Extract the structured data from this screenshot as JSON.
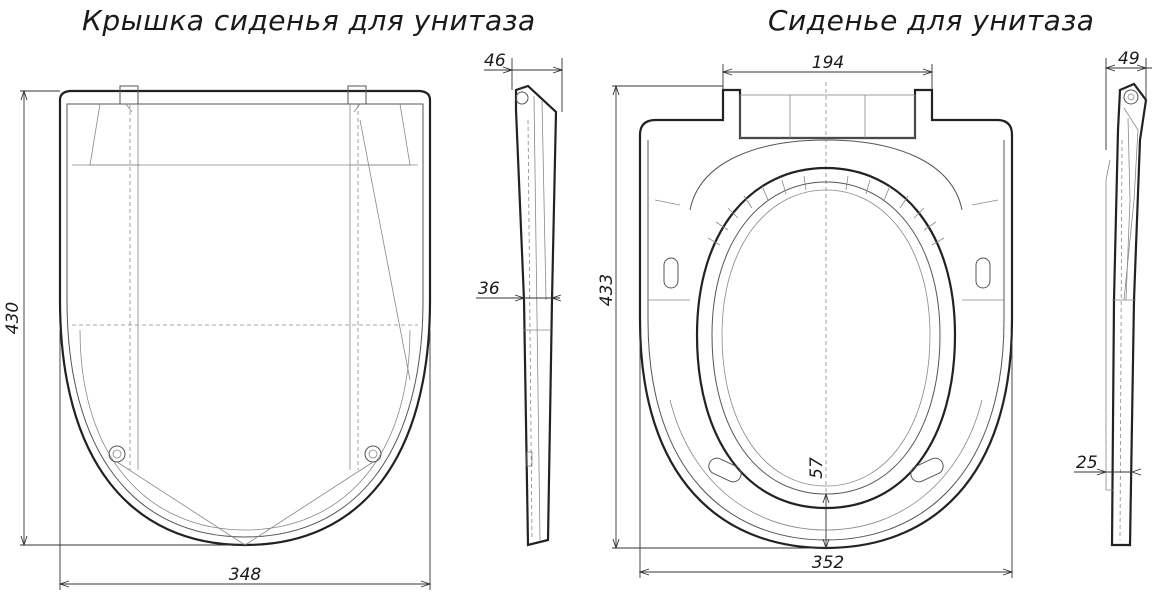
{
  "titles": {
    "lid": "Крышка сиденья для унитаза",
    "seat": "Сиденье для унитаза"
  },
  "dimensions": {
    "lid_height": "430",
    "lid_width": "348",
    "lid_side_depth_top": "46",
    "lid_side_thickness": "36",
    "seat_height": "433",
    "seat_width": "352",
    "seat_hinge_width": "194",
    "seat_opening_offset": "57",
    "seat_side_depth_top": "49",
    "seat_side_thickness": "25"
  }
}
